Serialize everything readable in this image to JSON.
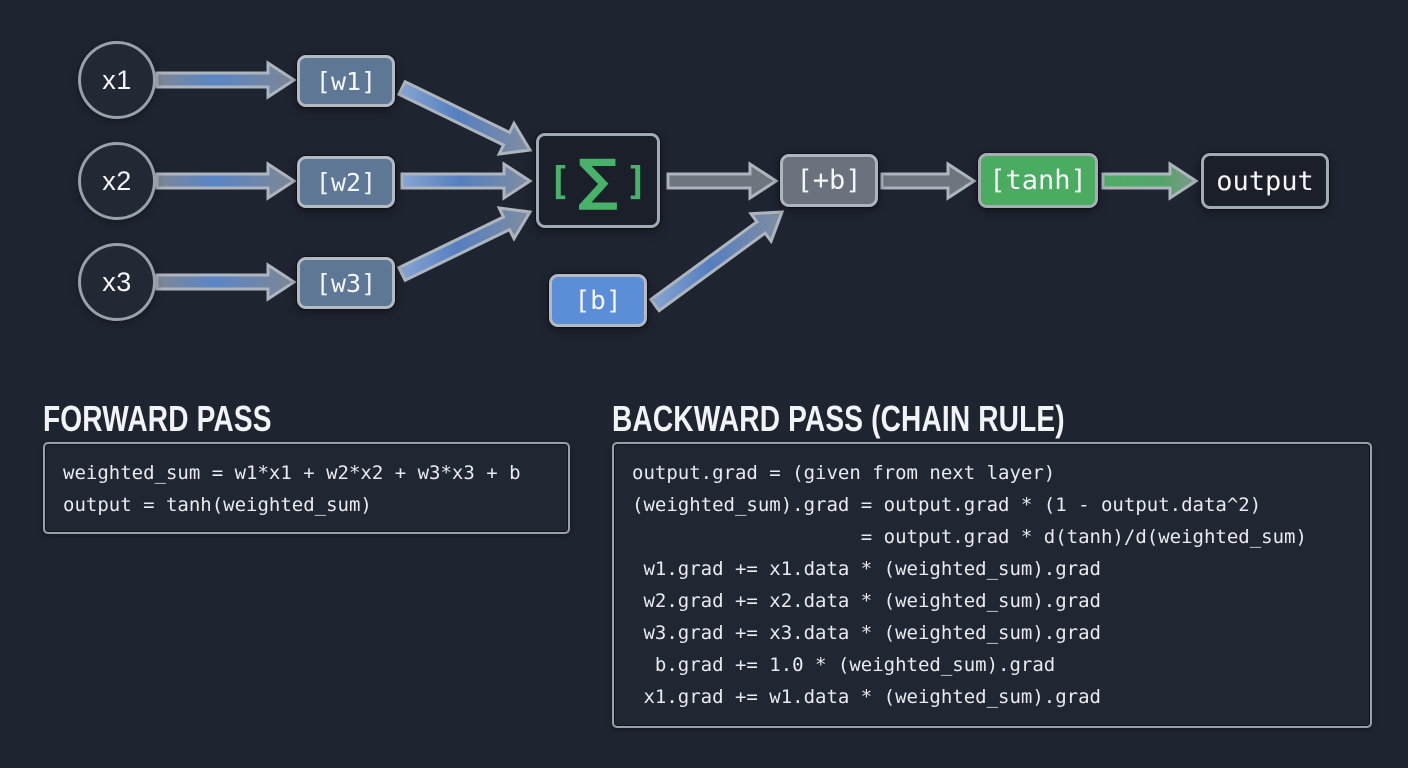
{
  "colors": {
    "background": "#1f2431",
    "circle_border": "#99a1ab",
    "box_border_light": "#b3bac3",
    "box_border_gray": "#a2aab4",
    "weight_box_fill": "#5d7795",
    "bias_box_fill": "#5b8ed6",
    "plus_bias_box_fill": "#6b727e",
    "tanh_box_fill": "#4aab61",
    "dark_box_fill": "#1a1f2a",
    "sigma_green": "#49b16a",
    "arrow_outline": "#aeb5be",
    "arrow_blue": "#567fc0",
    "arrow_gray": "#6e757e",
    "arrow_green": "#4fae66",
    "title_text": "#f2f3f6",
    "code_text": "#e9ebee",
    "panel_border": "#99a0a9"
  },
  "diagram": {
    "inputs": [
      {
        "label": "x1"
      },
      {
        "label": "x2"
      },
      {
        "label": "x3"
      }
    ],
    "weights": [
      {
        "label": "[w1]"
      },
      {
        "label": "[w2]"
      },
      {
        "label": "[w3]"
      }
    ],
    "sum": {
      "bracket_left": "[",
      "sigma": "∑",
      "bracket_right": "]"
    },
    "bias": {
      "label": "[b]"
    },
    "plus_bias": {
      "label": "[+b]"
    },
    "activation": {
      "label": "[tanh]"
    },
    "output": {
      "label": "output"
    },
    "edges": [
      {
        "from": "x1",
        "to": "w1",
        "style": "blue"
      },
      {
        "from": "x2",
        "to": "w2",
        "style": "blue"
      },
      {
        "from": "x3",
        "to": "w3",
        "style": "blue"
      },
      {
        "from": "w1",
        "to": "sum",
        "style": "blue"
      },
      {
        "from": "w2",
        "to": "sum",
        "style": "blue"
      },
      {
        "from": "w3",
        "to": "sum",
        "style": "blue"
      },
      {
        "from": "sum",
        "to": "plus_bias",
        "style": "gray"
      },
      {
        "from": "bias",
        "to": "plus_bias",
        "style": "blue"
      },
      {
        "from": "plus_bias",
        "to": "tanh",
        "style": "gray"
      },
      {
        "from": "tanh",
        "to": "output",
        "style": "green"
      }
    ]
  },
  "panels": {
    "forward": {
      "title": "FORWARD PASS",
      "lines": [
        "weighted_sum = w1*x1 + w2*x2 + w3*x3 + b",
        "output = tanh(weighted_sum)"
      ]
    },
    "backward": {
      "title": "BACKWARD PASS (CHAIN RULE)",
      "lines": [
        "output.grad = (given from next layer)",
        "(weighted_sum).grad = output.grad * (1 - output.data^2)",
        "                    = output.grad * d(tanh)/d(weighted_sum)",
        " w1.grad += x1.data * (weighted_sum).grad",
        " w2.grad += x2.data * (weighted_sum).grad",
        " w3.grad += x3.data * (weighted_sum).grad",
        "  b.grad += 1.0 * (weighted_sum).grad",
        " x1.grad += w1.data * (weighted_sum).grad"
      ]
    }
  }
}
